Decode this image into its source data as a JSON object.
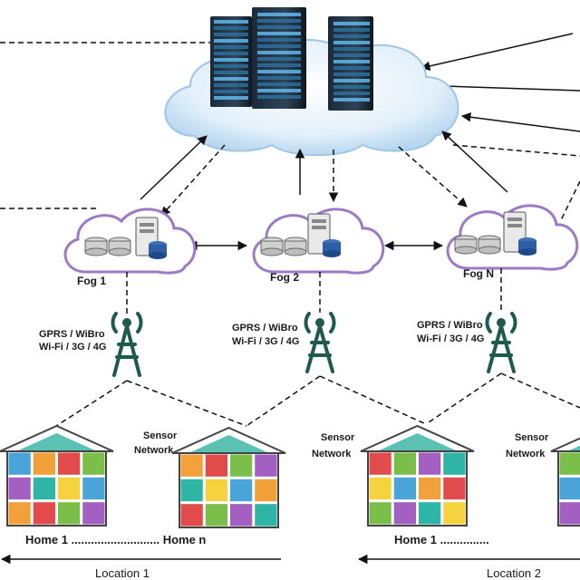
{
  "fog_nodes": [
    {
      "label": "Fog 1"
    },
    {
      "label": "Fog 2"
    },
    {
      "label": "Fog N"
    }
  ],
  "links": [
    {
      "line1": "GPRS / WiBro",
      "line2": "Wi-Fi / 3G / 4G"
    },
    {
      "line1": "GPRS / WiBro",
      "line2": "Wi-Fi / 3G / 4G"
    },
    {
      "line1": "GPRS / WiBro",
      "line2": "Wi-Fi / 3G / 4G"
    }
  ],
  "sensor_label": {
    "line1": "Sensor",
    "line2": "Network"
  },
  "homes": {
    "loc1_range": "Home 1 ........................... Home n",
    "loc2_start": "Home 1 ..............."
  },
  "locations": [
    "Location 1",
    "Location 2"
  ],
  "colors": {
    "cloud_fill": "#dcecf8",
    "fog_border": "#9b7bc4",
    "tower": "#1f5a4e"
  }
}
